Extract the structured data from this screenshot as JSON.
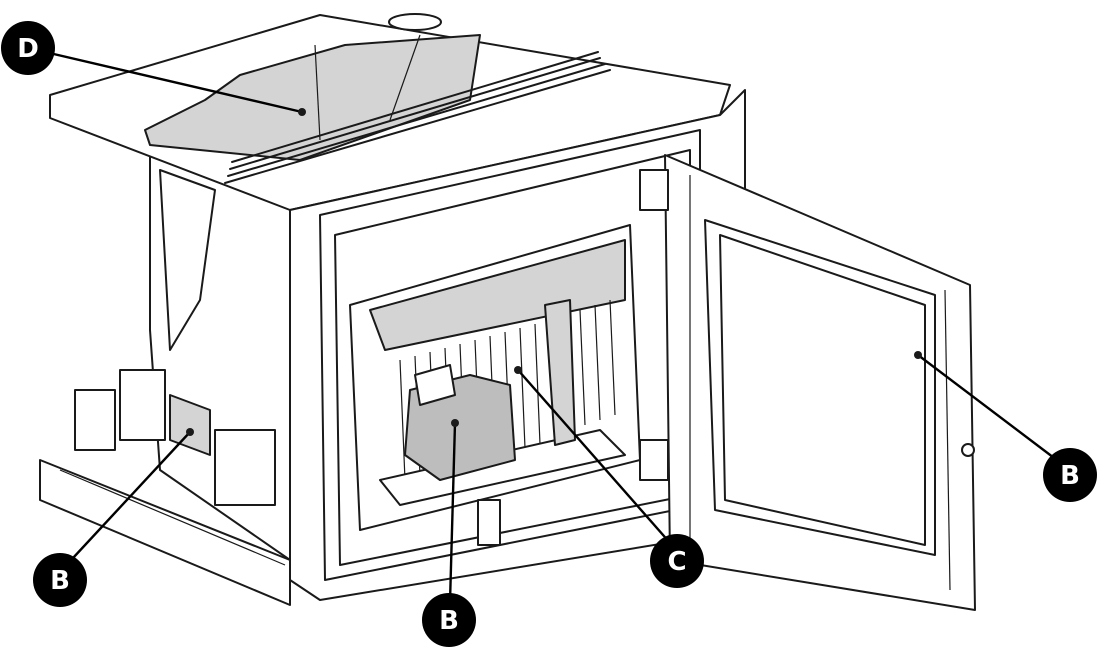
{
  "labels": {
    "d": "D",
    "b_left": "B",
    "b_center": "B",
    "b_right": "B",
    "c": "C"
  }
}
